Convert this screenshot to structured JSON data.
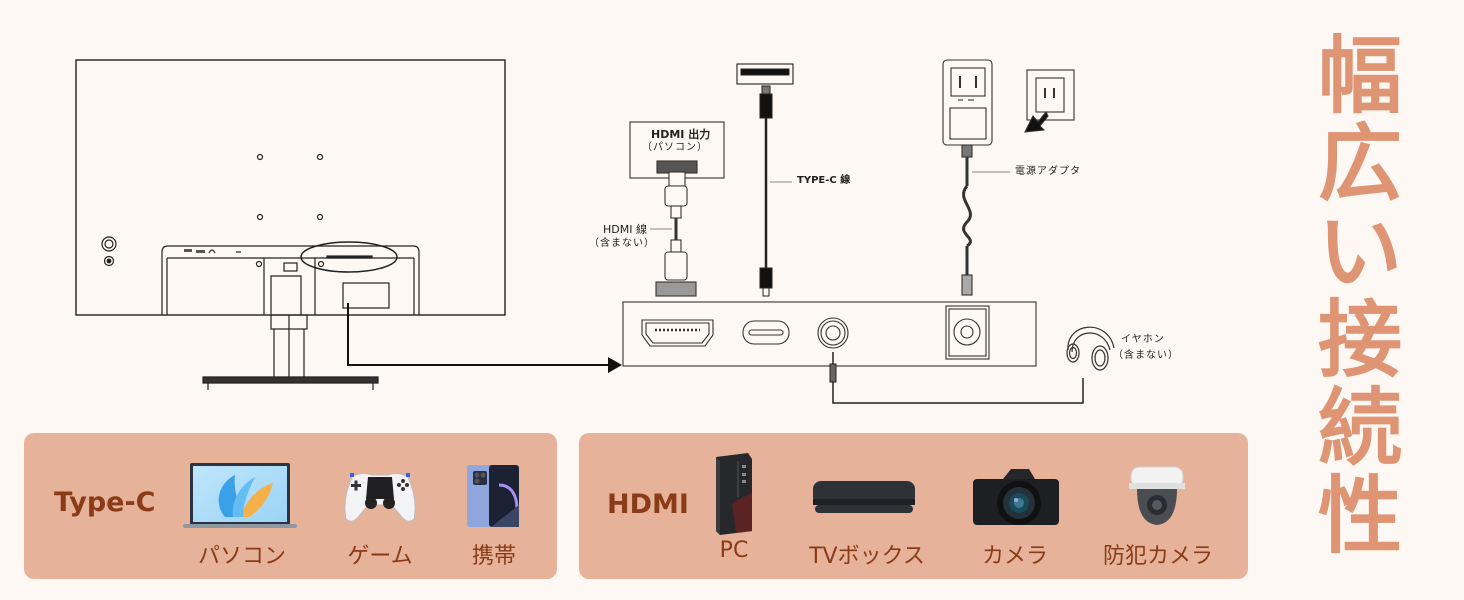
{
  "headline": {
    "chars": [
      "幅",
      "広",
      "い",
      "接",
      "続",
      "性"
    ],
    "color": "#df9474"
  },
  "diagram": {
    "hdmi_source_label": "HDMI 出力",
    "hdmi_source_sub": "（パソコン）",
    "hdmi_cable_label": "HDMI 線",
    "hdmi_cable_sub": "（含まない）",
    "typec_cable_label": "TYPE-C 線",
    "power_adapter_label": "電源アダプタ",
    "earphone_label": "イヤホン",
    "earphone_sub": "（含まない）",
    "ports": [
      "HDMI",
      "Type-C",
      "Audio 3.5mm",
      "DC-IN"
    ]
  },
  "panels": {
    "typec": {
      "title": "Type-C",
      "devices": [
        {
          "label": "パソコン",
          "icon": "laptop-icon"
        },
        {
          "label": "ゲーム",
          "icon": "gamepad-icon"
        },
        {
          "label": "携帯",
          "icon": "smartphone-icon"
        }
      ]
    },
    "hdmi": {
      "title": "HDMI",
      "devices": [
        {
          "label": "PC",
          "icon": "desktop-tower-icon"
        },
        {
          "label": "TVボックス",
          "icon": "tv-box-icon"
        },
        {
          "label": "カメラ",
          "icon": "camera-icon"
        },
        {
          "label": "防犯カメラ",
          "icon": "security-camera-icon"
        }
      ]
    }
  },
  "colors": {
    "background": "#fdf8f3",
    "panel": "#e6b39a",
    "panel_text": "#8a3b17",
    "line": "#222222"
  }
}
